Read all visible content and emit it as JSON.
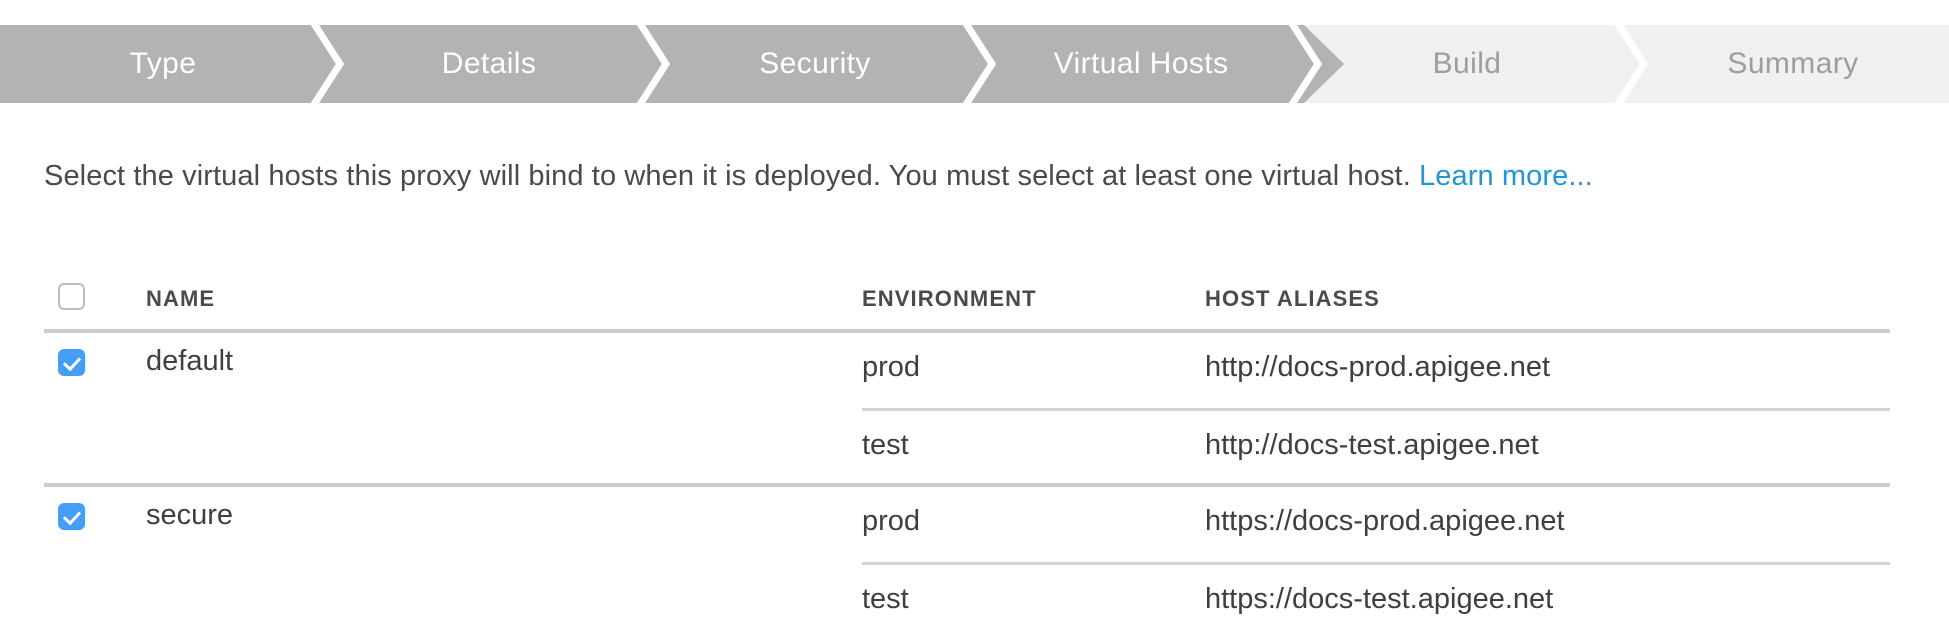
{
  "wizard": {
    "steps": [
      {
        "label": "Type",
        "state": "active"
      },
      {
        "label": "Details",
        "state": "active"
      },
      {
        "label": "Security",
        "state": "active"
      },
      {
        "label": "Virtual Hosts",
        "state": "active"
      },
      {
        "label": "Build",
        "state": "pending"
      },
      {
        "label": "Summary",
        "state": "pending"
      }
    ],
    "active_color": "#b3b3b3",
    "pending_color": "#f0f0f0",
    "active_text_color": "#ffffff",
    "pending_text_color": "#9d9d9d"
  },
  "description": {
    "text": "Select the virtual hosts this proxy will bind to when it is deployed. You must select at least one virtual host.",
    "link_label": "Learn more...",
    "link_color": "#2196d6"
  },
  "table": {
    "columns": {
      "name": "NAME",
      "environment": "ENVIRONMENT",
      "host_aliases": "HOST ALIASES"
    },
    "select_all_checked": false,
    "rows": [
      {
        "name": "default",
        "checked": true,
        "environments": [
          {
            "environment": "prod",
            "host_alias": "http://docs-prod.apigee.net"
          },
          {
            "environment": "test",
            "host_alias": "http://docs-test.apigee.net"
          }
        ]
      },
      {
        "name": "secure",
        "checked": true,
        "environments": [
          {
            "environment": "prod",
            "host_alias": "https://docs-prod.apigee.net"
          },
          {
            "environment": "test",
            "host_alias": "https://docs-test.apigee.net"
          }
        ]
      }
    ]
  },
  "colors": {
    "checkbox_checked": "#459df5",
    "rule": "#cccccc",
    "text": "#3f3f3f"
  }
}
